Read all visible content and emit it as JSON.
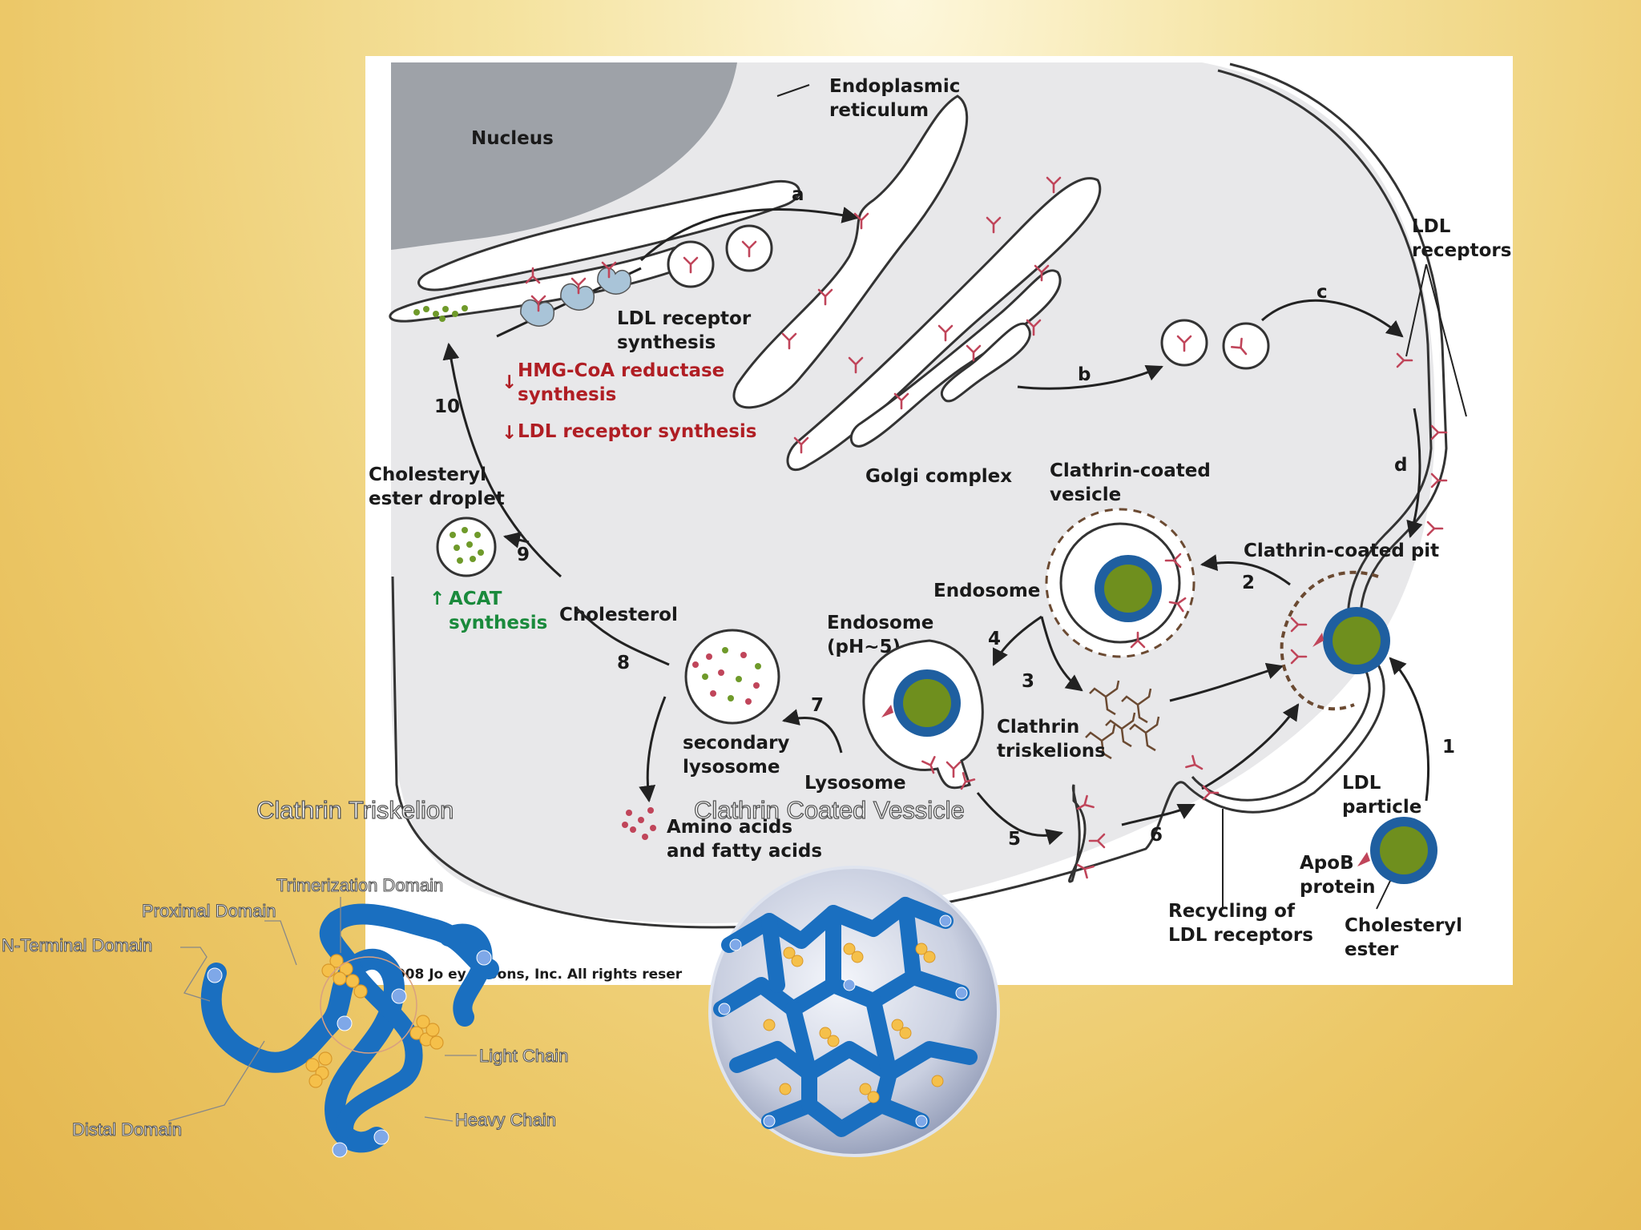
{
  "cell_labels": {
    "nucleus": "Nucleus",
    "er": [
      "Endoplasmic",
      "reticulum"
    ],
    "a": "a",
    "b": "b",
    "c": "c",
    "d": "d",
    "ldl_receptors": [
      "LDL",
      "receptors"
    ],
    "ldl_receptor_synthesis": [
      "LDL receptor",
      "synthesis"
    ],
    "hmg_coa": [
      "HMG-CoA reductase",
      "synthesis"
    ],
    "ldl_receptor_synthesis_down": "LDL receptor synthesis",
    "golgi": "Golgi complex",
    "ccv": [
      "Clathrin-coated",
      "vesicle"
    ],
    "ccp": "Clathrin-coated pit",
    "endosome": "Endosome",
    "endosome_ph": [
      "Endosome",
      "(pH~5)"
    ],
    "ce_droplet": [
      "Cholesteryl",
      "ester droplet"
    ],
    "acat": [
      "ACAT",
      "synthesis"
    ],
    "cholesterol": "Cholesterol",
    "secondary_lysosome": [
      "secondary",
      "lysosome"
    ],
    "lysosome": "Lysosome",
    "clathrin_triskelions": [
      "Clathrin",
      "triskelions"
    ],
    "amino_acids": [
      "Amino acids",
      "and fatty acids"
    ],
    "recycling": [
      "Recycling of",
      "LDL receptors"
    ],
    "ldl_particle": [
      "LDL",
      "particle"
    ],
    "apob": [
      "ApoB",
      "protein"
    ],
    "cholesteryl_ester": [
      "Cholesteryl",
      "ester"
    ],
    "copyright": "2008 Jo    ey & Sons, Inc. All rights reser",
    "steps": [
      "1",
      "2",
      "3",
      "4",
      "5",
      "6",
      "7",
      "8",
      "9",
      "10"
    ]
  },
  "overlay_titles": {
    "triskelion": "Clathrin Triskelion",
    "coated_vesicle": "Clathrin Coated Vessicle"
  },
  "triskelion_labels": {
    "trimerization": "Trimerization Domain",
    "proximal": "Proximal Domain",
    "n_terminal": "N-Terminal Domain",
    "light_chain": "Light Chain",
    "heavy_chain": "Heavy Chain",
    "distal": "Distal Domain"
  },
  "colors": {
    "cell_fill": "#e8e8ea",
    "nucleus_fill": "#9ea2a8",
    "receptor": "#c0455a",
    "ldl_ring": "#1f5fa0",
    "ldl_core": "#6f8f1e",
    "clathrin_brown": "#6b4a32",
    "triskelion_blue": "#1a6fc0",
    "light_chain_gold": "#f5c04a",
    "red_text": "#b01e24",
    "green_text": "#1a8a3c"
  },
  "arrows_meaning": {
    "down_arrow": "↓",
    "up_arrow": "↑"
  }
}
